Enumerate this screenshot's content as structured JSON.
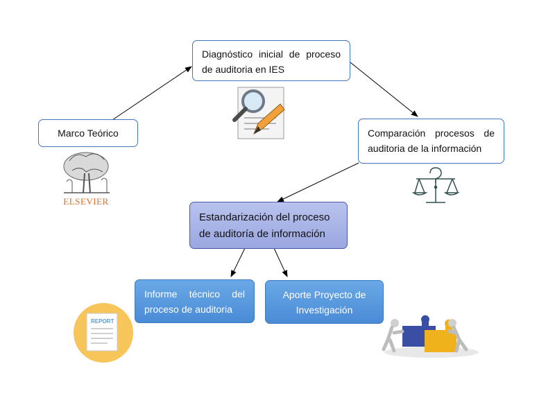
{
  "colors": {
    "box_border": "#4472c4",
    "lavender": "#aab4e8",
    "blue": "#5b9bd5",
    "elsevier": "#e06b23",
    "report_circle": "#f7c55a"
  },
  "nodes": {
    "marco": {
      "text": "Marco Teórico"
    },
    "diagnostico": {
      "line1": "Diagnóstico inicial de proceso",
      "line2": "de auditoria en IES"
    },
    "comparacion": {
      "line1": "Comparación procesos de",
      "line2": "auditoria de la información"
    },
    "estandarizacion": {
      "line1": "Estandarización del proceso",
      "line2": "de auditoría de información"
    },
    "informe": {
      "line1": "Informe técnico del",
      "line2": "proceso de auditoria"
    },
    "aporte": {
      "line1": "Aporte Proyecto de",
      "line2": "Investigación"
    }
  },
  "icons": {
    "elsevier_logo": {
      "icon": "elsevier-tree-logo",
      "text": "ELSEVIER"
    },
    "magnifier": {
      "icon": "magnifier-pencil-document-icon"
    },
    "scales": {
      "icon": "balance-scales-question-icon"
    },
    "report": {
      "icon": "report-document-icon",
      "text": "REPORT"
    },
    "puzzle": {
      "icon": "people-puzzle-icon"
    }
  }
}
